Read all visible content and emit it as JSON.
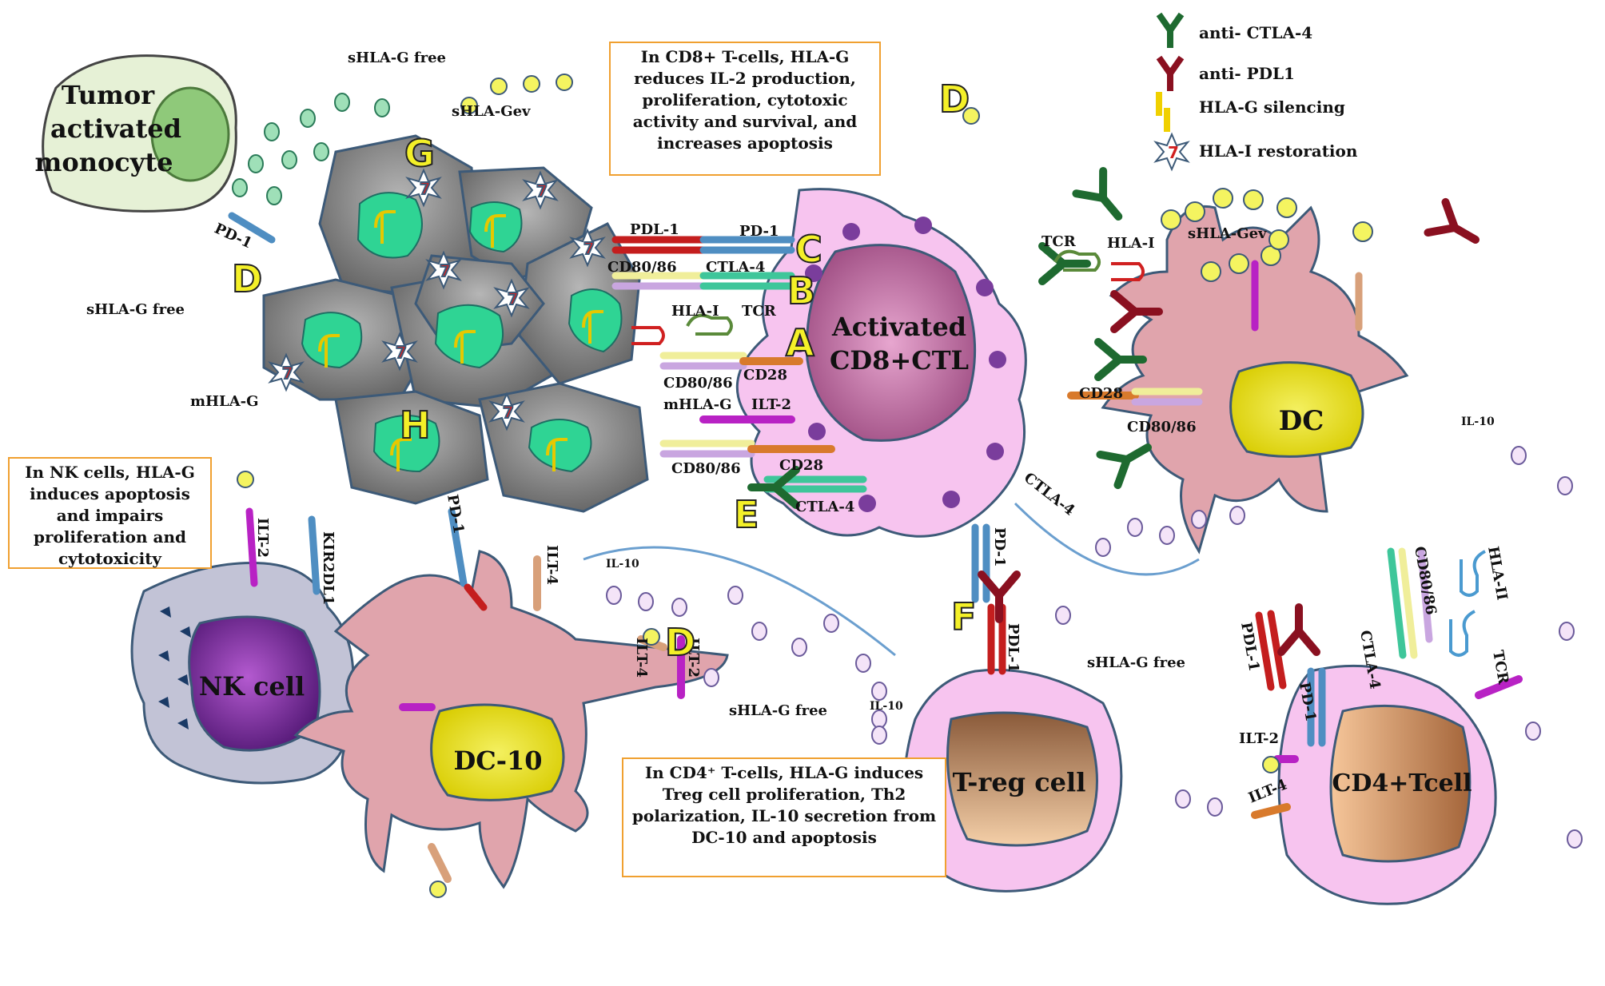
{
  "legend": {
    "anti_ctla4": "anti- CTLA-4",
    "anti_pdl1": "anti- PDL1",
    "hlag_silencing": "HLA-G silencing",
    "hla1_restoration": "HLA-I restoration"
  },
  "cells": {
    "tumor_monocyte": [
      "Tumor",
      "activated",
      "monocyte"
    ],
    "cd8": [
      "Activated",
      "CD8+CTL"
    ],
    "dc": "DC",
    "nk": "NK cell",
    "dc10": "DC-10",
    "treg": "T-reg cell",
    "cd4": "CD4+Tcell"
  },
  "boxes": {
    "cd8_note": "In CD8+ T-cells, HLA-G reduces IL-2 production, proliferation, cytotoxic activity and survival, and increases apoptosis",
    "nk_note": "In NK cells, HLA-G induces apoptosis and impairs proliferation and cytotoxicity",
    "cd4_note": "In CD4⁺ T-cells, HLA-G induces Treg cell proliferation, Th2 polarization, IL-10 secretion from DC-10 and apoptosis"
  },
  "letters": {
    "A": "A",
    "B": "B",
    "C": "C",
    "D": "D",
    "E": "E",
    "F": "F",
    "G": "G",
    "H": "H"
  },
  "labels": {
    "shlag_free": "sHLA-G free",
    "shlag_ev": "sHLA-Gev",
    "pd1": "PD-1",
    "pdl1": "PDL-1",
    "pdl1b": "PDL-1",
    "cd8086": "CD80/86",
    "ctla4": "CTLA-4",
    "hla1": "HLA-I",
    "tcr": "TCR",
    "cd28": "CD28",
    "mhlag": "mHLA-G",
    "ilt2": "ILT-2",
    "ilt4": "ILT-4",
    "kir2dl1": "KIR2DL1",
    "il10": "IL-10",
    "hla2": "HLA-II"
  }
}
